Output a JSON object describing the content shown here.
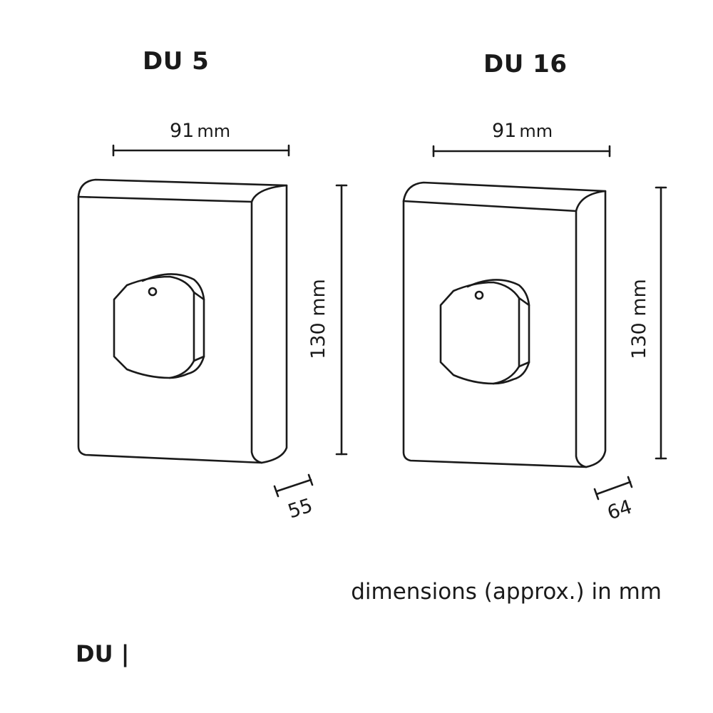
{
  "diagram": {
    "du5": {
      "title": "DU 5",
      "width_value": "91",
      "width_unit": "mm",
      "height_label": "130 mm",
      "depth_label": "55"
    },
    "du16": {
      "title": "DU 16",
      "width_value": "91",
      "width_unit": "mm",
      "height_label": "130 mm",
      "depth_label": "64"
    },
    "note": "dimensions (approx.) in mm",
    "brand": "DU |"
  },
  "colors": {
    "line": "#1a1a1a",
    "background": "#ffffff"
  }
}
